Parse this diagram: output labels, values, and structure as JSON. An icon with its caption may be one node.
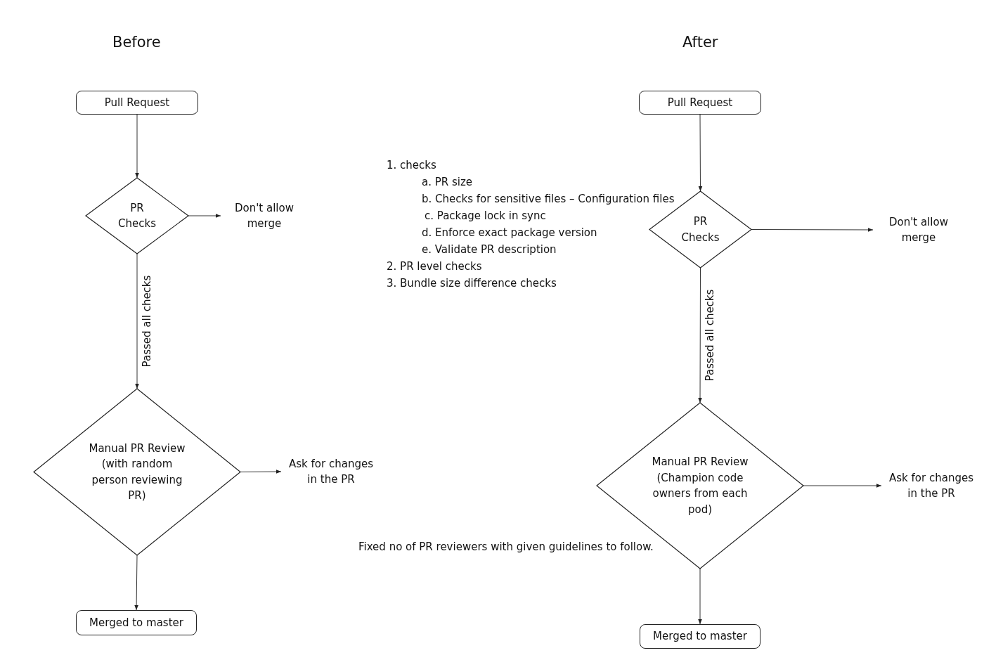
{
  "diagram": {
    "nodes": [
      {
        "text": [
          "Pull Request"
        ]
      },
      {
        "text": [
          "PR Checks"
        ]
      },
      {
        "text": [
          "Don't allow merge"
        ]
      },
      {
        "text": [
          "Manual PR Review (with random person reviewing PR)"
        ]
      },
      {
        "text": [
          "Ask for changes in the PR"
        ]
      },
      {
        "text": [
          "Merged to master"
        ]
      },
      {
        "text": [
          "Pull Request"
        ]
      },
      {
        "text": [
          "PR Checks"
        ]
      },
      {
        "text": [
          "Don't allow merge"
        ]
      },
      {
        "text": [
          "Manual PR Review (Champion code owners from each pod)"
        ]
      },
      {
        "text": [
          "Ask for changes in the PR"
        ]
      },
      {
        "text": [
          "Merged to master"
        ]
      }
    ],
    "edges": [
      {
        "from": 0,
        "to": 1,
        "arrow": "to"
      },
      {
        "from": 1,
        "to": 2,
        "arrow": "to"
      },
      {
        "from": 1,
        "to": 3,
        "arrow": "to",
        "label": "Passed all checks"
      },
      {
        "from": 3,
        "to": 4,
        "arrow": "to"
      },
      {
        "from": 3,
        "to": 5,
        "arrow": "to"
      },
      {
        "from": 6,
        "to": 7,
        "arrow": "to"
      },
      {
        "from": 7,
        "to": 8,
        "arrow": "to"
      },
      {
        "from": 7,
        "to": 9,
        "arrow": "to",
        "label": "Passed all checks"
      },
      {
        "from": 9,
        "to": 10,
        "arrow": "to"
      },
      {
        "from": 9,
        "to": 11,
        "arrow": "to"
      }
    ],
    "labels": [
      "Before",
      "After",
      "1. checks",
      "a. PR size",
      "b. Checks for sensitive files – Configuration files",
      "c. Package lock in sync",
      "d. Enforce exact package version",
      "e. Validate PR description",
      "2. PR level checks",
      "3. Bundle size difference checks",
      "Fixed no of PR reviewers with given guidelines to follow."
    ]
  }
}
